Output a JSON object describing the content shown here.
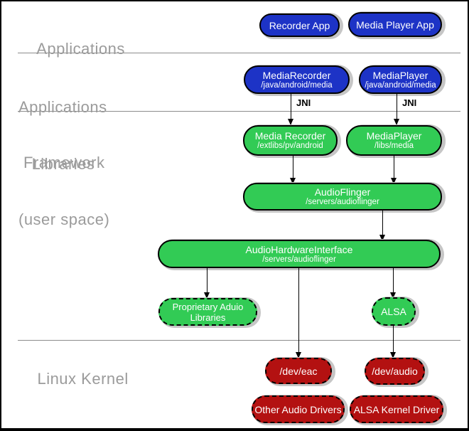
{
  "layers": {
    "applications": {
      "label": "Applications"
    },
    "framework": {
      "label_line1": "Applications",
      "label_line2": "Framework"
    },
    "libraries": {
      "label_line1": "Libraries",
      "label_line2": "(user space)"
    },
    "kernel": {
      "label": "Linux Kernel"
    }
  },
  "annotations": {
    "jni": "JNI"
  },
  "colors": {
    "app_blue": "#1d33c6",
    "lib_green": "#32cb55",
    "kernel_red": "#b31111",
    "shadow_gray": "#c6c6c6",
    "label_gray": "#9b9b9b"
  },
  "nodes": {
    "recorder_app": {
      "title": "Recorder App"
    },
    "media_player_app": {
      "title": "Media Player App"
    },
    "media_recorder_fw": {
      "title": "MediaRecorder",
      "path": "/java/android/media"
    },
    "media_player_fw": {
      "title": "MediaPlayer",
      "path": "/java/android/media"
    },
    "media_recorder_lib": {
      "title": "Media Recorder",
      "path": "/extlibs/pv/android"
    },
    "media_player_lib": {
      "title": "MediaPlayer",
      "path": "/libs/media"
    },
    "audioflinger": {
      "title": "AudioFlinger",
      "path": "/servers/audioflinger"
    },
    "audio_hardware_interface": {
      "title": "AudioHardwareInterface",
      "path": "/servers/audioflinger"
    },
    "proprietary_audio_libs": {
      "title_line1": "Proprietary Aduio",
      "title_line2": "Libraries"
    },
    "alsa": {
      "title": "ALSA"
    },
    "dev_eac": {
      "title": "/dev/eac"
    },
    "dev_audio": {
      "title": "/dev/audio"
    },
    "other_audio_drivers": {
      "title": "Other Audio Drivers"
    },
    "alsa_kernel_driver": {
      "title": "ALSA Kernel Driver"
    }
  }
}
